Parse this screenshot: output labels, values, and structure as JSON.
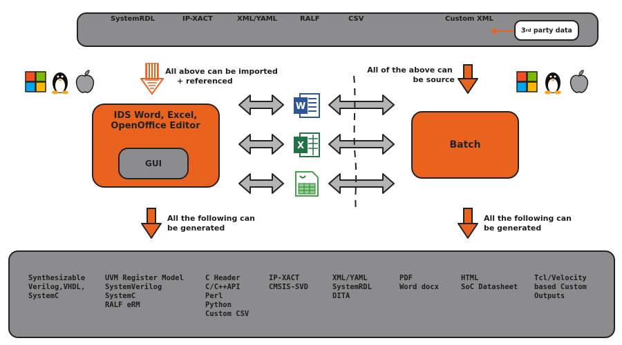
{
  "top_bar": {
    "formats": [
      "SystemRDL",
      "IP-XACT",
      "XML/YAML",
      "RALF",
      "CSV",
      "Custom XML"
    ],
    "third_party_label": "party data",
    "third_party_prefix": "3",
    "third_party_sup": "rd"
  },
  "notes": {
    "import_line1": "All above can be imported",
    "import_line2": "+ referenced",
    "source_line1": "All of the above can",
    "source_line2": "be source",
    "gen_left_line1": "All the following can",
    "gen_left_line2": "be generated",
    "gen_right_line1": "All the following can",
    "gen_right_line2": "be generated"
  },
  "editor": {
    "title_line1": "IDS Word, Excel,",
    "title_line2": "OpenOffice Editor",
    "gui_label": "GUI"
  },
  "batch": {
    "label": "Batch"
  },
  "os_icons": [
    "windows-icon",
    "linux-icon",
    "apple-icon"
  ],
  "doc_icons": [
    "word-icon",
    "excel-icon",
    "openoffice-calc-icon"
  ],
  "colors": {
    "orange": "#e9631f",
    "gray": "#8c8c8e",
    "outline": "#222222",
    "word_blue": "#2b579a",
    "excel_green": "#217346",
    "calc_green": "#43a047"
  },
  "outputs": [
    [
      "Synthesizable",
      "Verilog,VHDL,",
      "SystemC"
    ],
    [
      "UVM Register Model",
      "SystemVerilog",
      "SystemC",
      "RALF eRM"
    ],
    [
      "C Header",
      "C/C++API",
      "Perl",
      "Python",
      "Custom CSV"
    ],
    [
      "IP-XACT",
      "CMSIS-SVD"
    ],
    [
      "XML/YAML",
      "SystemRDL",
      "DITA"
    ],
    [
      "PDF",
      "Word docx"
    ],
    [
      "HTML",
      "SoC Datasheet"
    ],
    [
      "Tcl/Velocity",
      "based Custom",
      "Outputs"
    ]
  ]
}
